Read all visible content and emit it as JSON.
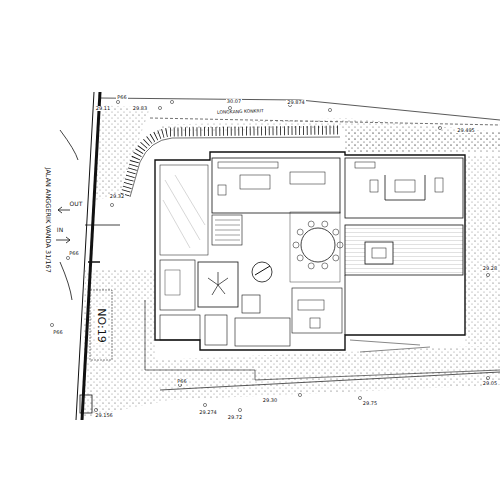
{
  "diagram": {
    "labels": [
      "JALAN ANGGERIK VANDA 31/167",
      "OUT",
      "IN",
      "NO:19",
      "LONGKANG KONKRIT",
      "29.11",
      "29.83",
      "P66",
      "30.07",
      "29.874",
      "29.495",
      "29.32",
      "P66",
      "P66",
      "29.28",
      "29.05",
      "P66",
      "29.274",
      "29.72",
      "29.30",
      "29.75",
      "29.156"
    ]
  }
}
